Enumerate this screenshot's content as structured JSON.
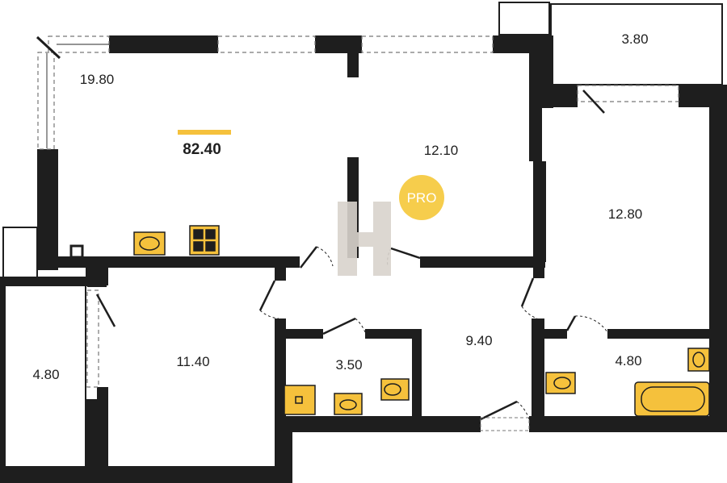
{
  "plan": {
    "total_area": "82.40",
    "rooms": [
      {
        "id": "living",
        "area": "19.80"
      },
      {
        "id": "bedroom-center",
        "area": "12.10"
      },
      {
        "id": "bedroom-right",
        "area": "12.80"
      },
      {
        "id": "balcony-top",
        "area": "3.80"
      },
      {
        "id": "room-left",
        "area": "11.40"
      },
      {
        "id": "loggia-left",
        "area": "4.80"
      },
      {
        "id": "hall",
        "area": "9.40"
      },
      {
        "id": "bathroom-small",
        "area": "3.50"
      },
      {
        "id": "bathroom-large",
        "area": "4.80"
      }
    ]
  },
  "watermark": {
    "badge_text": "PRO"
  },
  "colors": {
    "wall": "#1e1e1e",
    "fixture": "#f5c13c",
    "accent": "#f5c13c",
    "badge": "#f6cd4c",
    "logo": "#d9d3cd"
  }
}
